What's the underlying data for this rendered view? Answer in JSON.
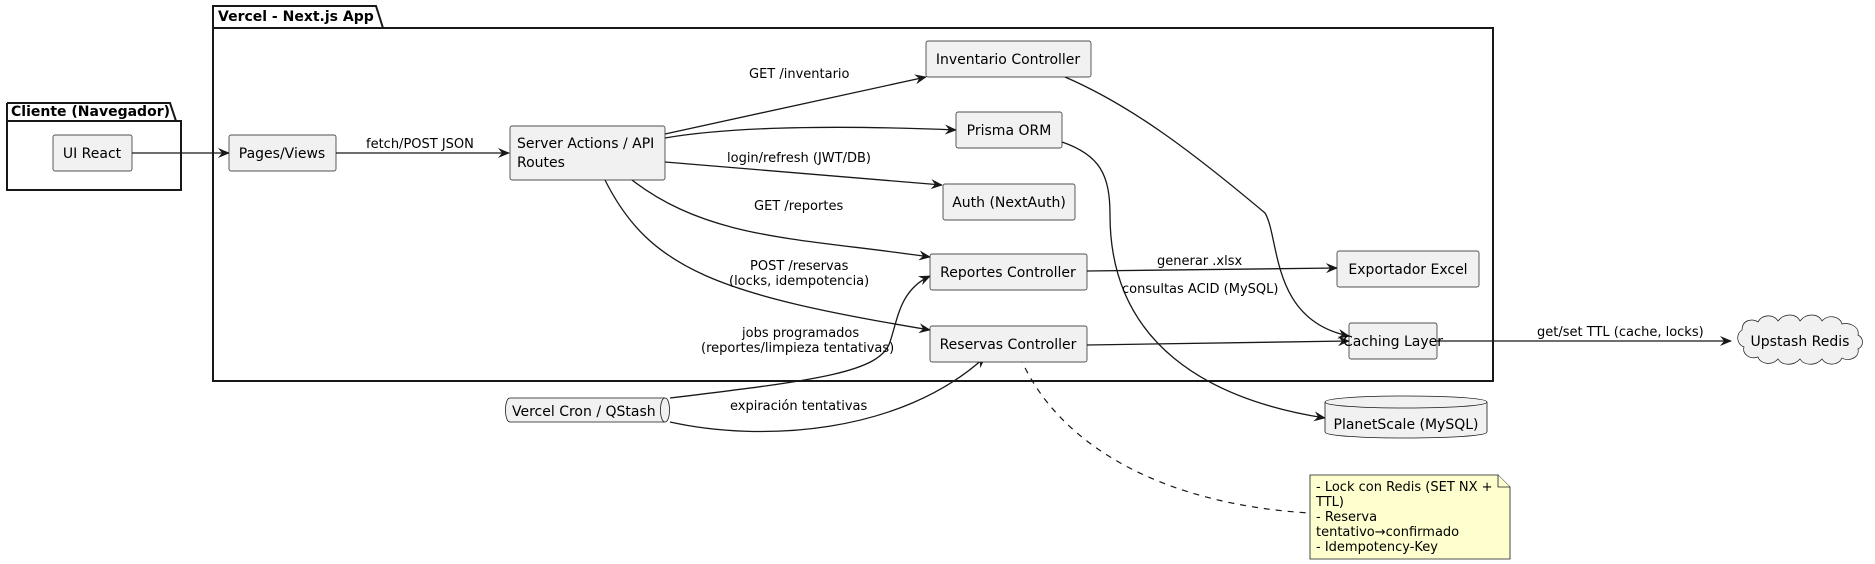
{
  "packages": {
    "client": "Cliente (Navegador)",
    "app": "Vercel - Next.js App"
  },
  "nodes": {
    "ui_react": "UI React",
    "pages_views": "Pages/Views",
    "server_actions_l1": "Server Actions / API",
    "server_actions_l2": "Routes",
    "inventario": "Inventario Controller",
    "prisma": "Prisma ORM",
    "auth": "Auth (NextAuth)",
    "reportes": "Reportes Controller",
    "reservas": "Reservas Controller",
    "exportador": "Exportador Excel",
    "caching": "Caching Layer",
    "redis": "Upstash Redis",
    "planetscale": "PlanetScale (MySQL)",
    "cron": "Vercel Cron / QStash"
  },
  "edges": {
    "fetch_post": "fetch/POST JSON",
    "get_inventario": "GET /inventario",
    "login_refresh": "login/refresh (JWT/DB)",
    "get_reportes": "GET /reportes",
    "post_reservas_l1": "POST /reservas",
    "post_reservas_l2": "(locks, idempotencia)",
    "generar_xlsx": "generar .xlsx",
    "consultas_acid": "consultas ACID (MySQL)",
    "get_set_ttl": "get/set TTL (cache, locks)",
    "jobs_l1": "jobs programados",
    "jobs_l2": "(reportes/limpieza tentativas)",
    "expiracion": "expiración tentativas"
  },
  "note": {
    "lines": [
      "- Lock con Redis (SET NX +",
      "TTL)",
      "- Reserva",
      "tentativo→confirmado",
      "- Idempotency-Key"
    ]
  }
}
